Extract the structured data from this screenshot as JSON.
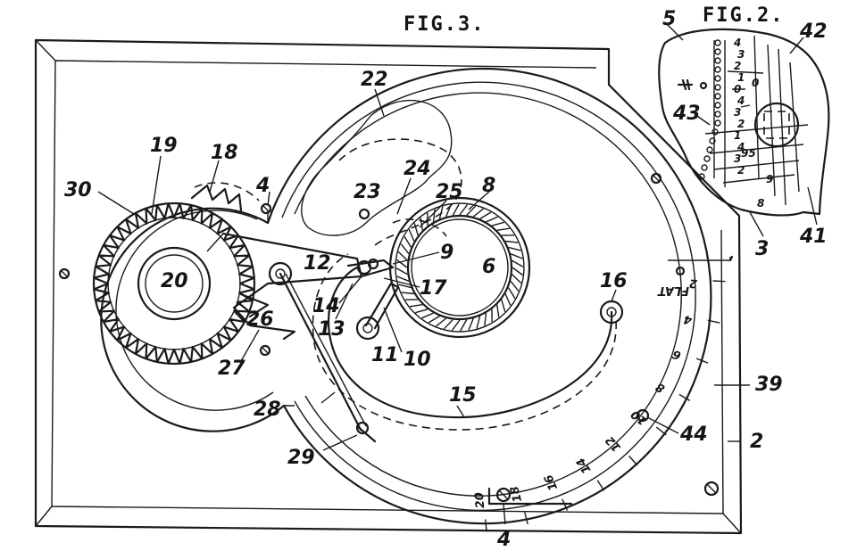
{
  "figure_titles": {
    "fig3": "FIG.3.",
    "fig2": "FIG.2."
  },
  "labels": {
    "n2": "2",
    "n3": "3",
    "n4a": "4",
    "n4b": "4",
    "n5": "5",
    "n6": "6",
    "n8": "8",
    "n9": "9",
    "n10": "10",
    "n11": "11",
    "n12": "12",
    "n13": "13",
    "n14": "14",
    "n15": "15",
    "n16": "16",
    "n17": "17",
    "n18": "18",
    "n19": "19",
    "n20": "20",
    "n22": "22",
    "n23": "23",
    "n24": "24",
    "n25": "25",
    "n26": "26",
    "n27": "27",
    "n28": "28",
    "n29": "29",
    "n30": "30",
    "n39": "39",
    "n41": "41",
    "n42": "42",
    "n43": "43",
    "n44": "44"
  },
  "scale": {
    "flat": "FLAT",
    "ticks": [
      "2",
      "4",
      "6",
      "8",
      "10",
      "12",
      "14",
      "16",
      "18",
      "20"
    ]
  },
  "fig2_scale": {
    "left_ticks": [
      "4",
      "3",
      "2",
      "1",
      "0",
      "4",
      "3",
      "2",
      "1",
      "4",
      "3",
      "2"
    ],
    "zero": "0",
    "value_95": "95",
    "right_ticks": [
      "9",
      "8"
    ]
  }
}
